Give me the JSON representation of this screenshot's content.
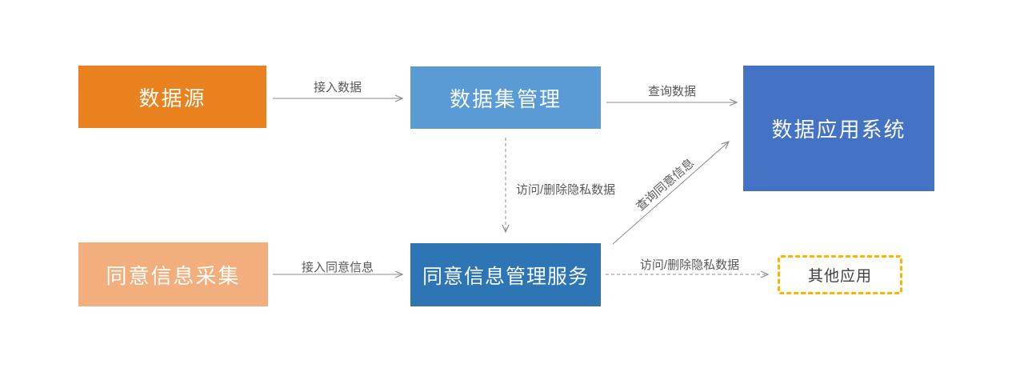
{
  "diagram": {
    "nodes": {
      "data_source": {
        "label": "数据源",
        "color": "#E8811E"
      },
      "dataset_mgmt": {
        "label": "数据集管理",
        "color": "#5B9BD5"
      },
      "data_app_system": {
        "label": "数据应用系统",
        "color": "#4472C4"
      },
      "consent_collection": {
        "label": "同意信息采集",
        "color": "#F2AF7D"
      },
      "consent_mgmt_service": {
        "label": "同意信息管理服务",
        "color": "#2E75B6"
      },
      "other_apps": {
        "label": "其他应用",
        "border_color": "#FFB300"
      }
    },
    "edges": {
      "access_data": {
        "label": "接入数据",
        "style": "solid"
      },
      "query_data": {
        "label": "查询数据",
        "style": "solid"
      },
      "access_delete_private_mid": {
        "label": "访问/删除隐私数据",
        "style": "dashed"
      },
      "query_consent_info": {
        "label": "查询同意信息",
        "style": "solid"
      },
      "access_consent_info": {
        "label": "接入同意信息",
        "style": "solid"
      },
      "access_delete_private_bot": {
        "label": "访问/删除隐私数据",
        "style": "dashed"
      }
    },
    "arrow_color": "#8C8C8C",
    "label_color": "#595959"
  }
}
